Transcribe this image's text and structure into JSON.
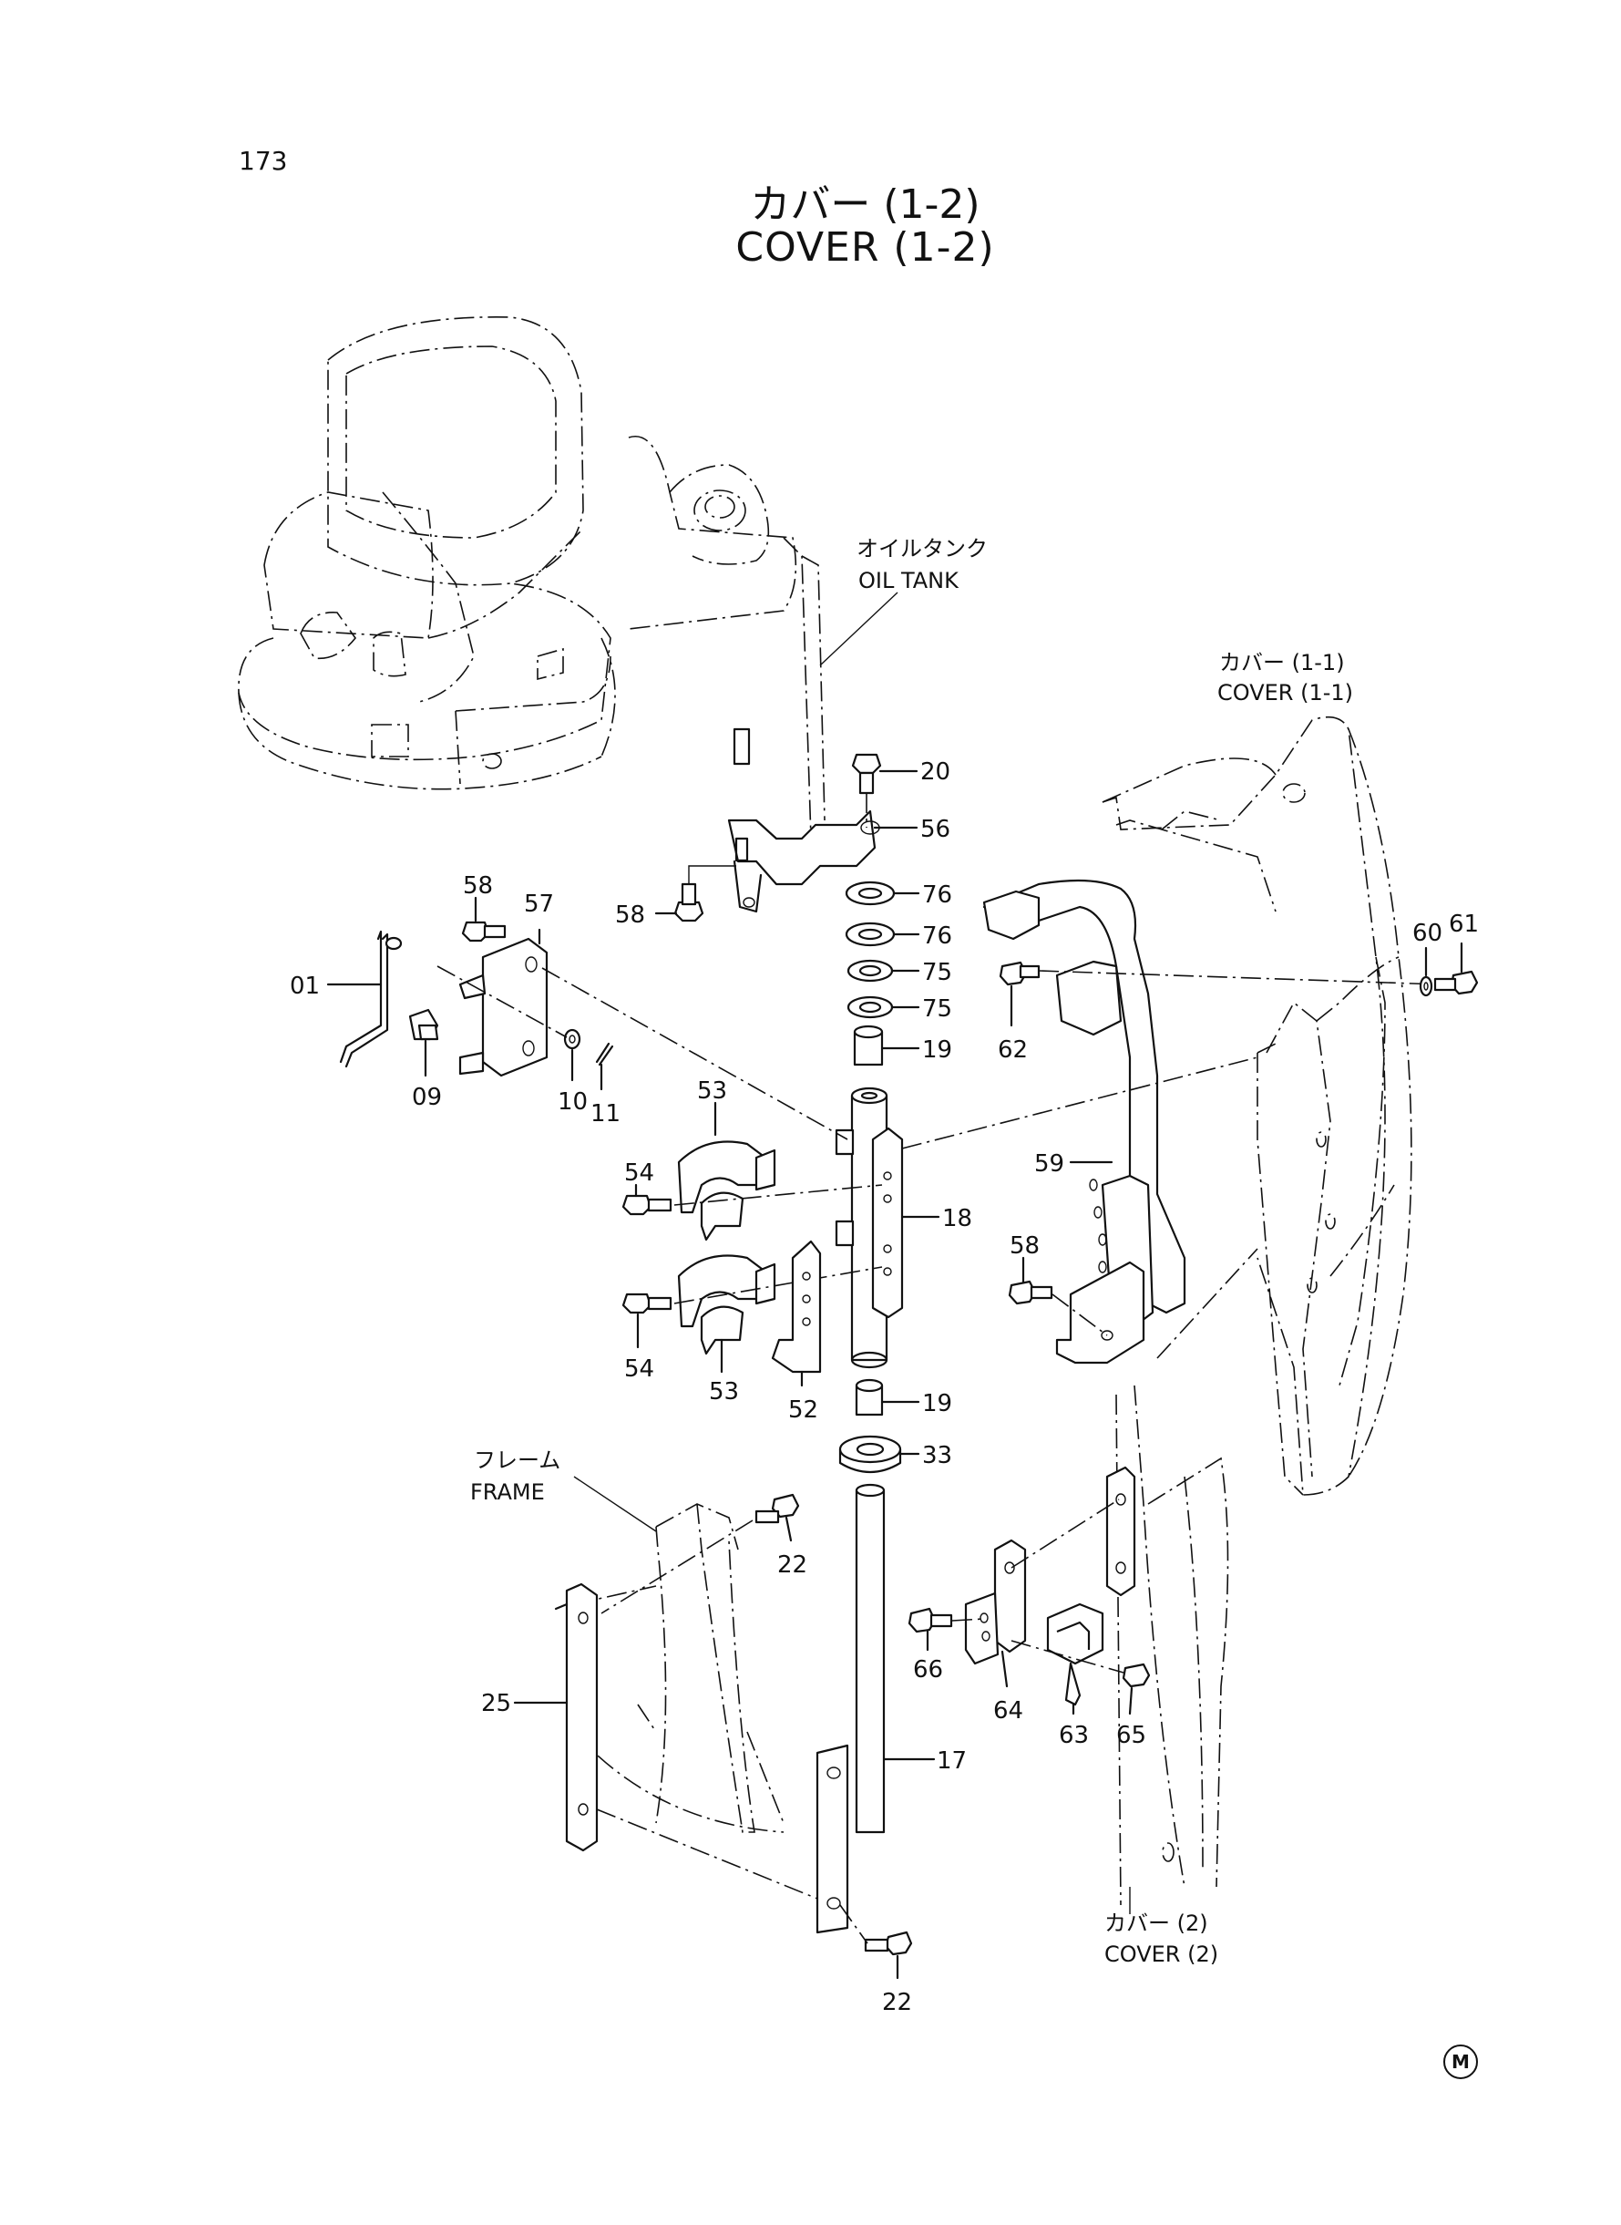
{
  "page_number": "173",
  "title_ja": "カバー (1-2)",
  "title_en": "COVER (1-2)",
  "mark": "M",
  "captions": {
    "oil_tank_ja": "オイルタンク",
    "oil_tank_en": "OIL TANK",
    "cover_1_1_ja": "カバー (1-1)",
    "cover_1_1_en": "COVER (1-1)",
    "frame_ja": "フレーム",
    "frame_en": "FRAME",
    "cover_2_ja": "カバー (2)",
    "cover_2_en": "COVER (2)"
  },
  "callouts": {
    "p20": "20",
    "p56": "56",
    "p58a": "58",
    "p58b": "58",
    "p58c": "58",
    "p57": "57",
    "p01": "01",
    "p09": "09",
    "p10": "10",
    "p11": "11",
    "p76a": "76",
    "p76b": "76",
    "p75a": "75",
    "p75b": "75",
    "p19a": "19",
    "p19b": "19",
    "p53a": "53",
    "p53b": "53",
    "p54a": "54",
    "p54b": "54",
    "p18": "18",
    "p52": "52",
    "p33": "33",
    "p22a": "22",
    "p22b": "22",
    "p25": "25",
    "p17": "17",
    "p60": "60",
    "p61": "61",
    "p62": "62",
    "p59": "59",
    "p66": "66",
    "p64": "64",
    "p63": "63",
    "p65": "65"
  }
}
